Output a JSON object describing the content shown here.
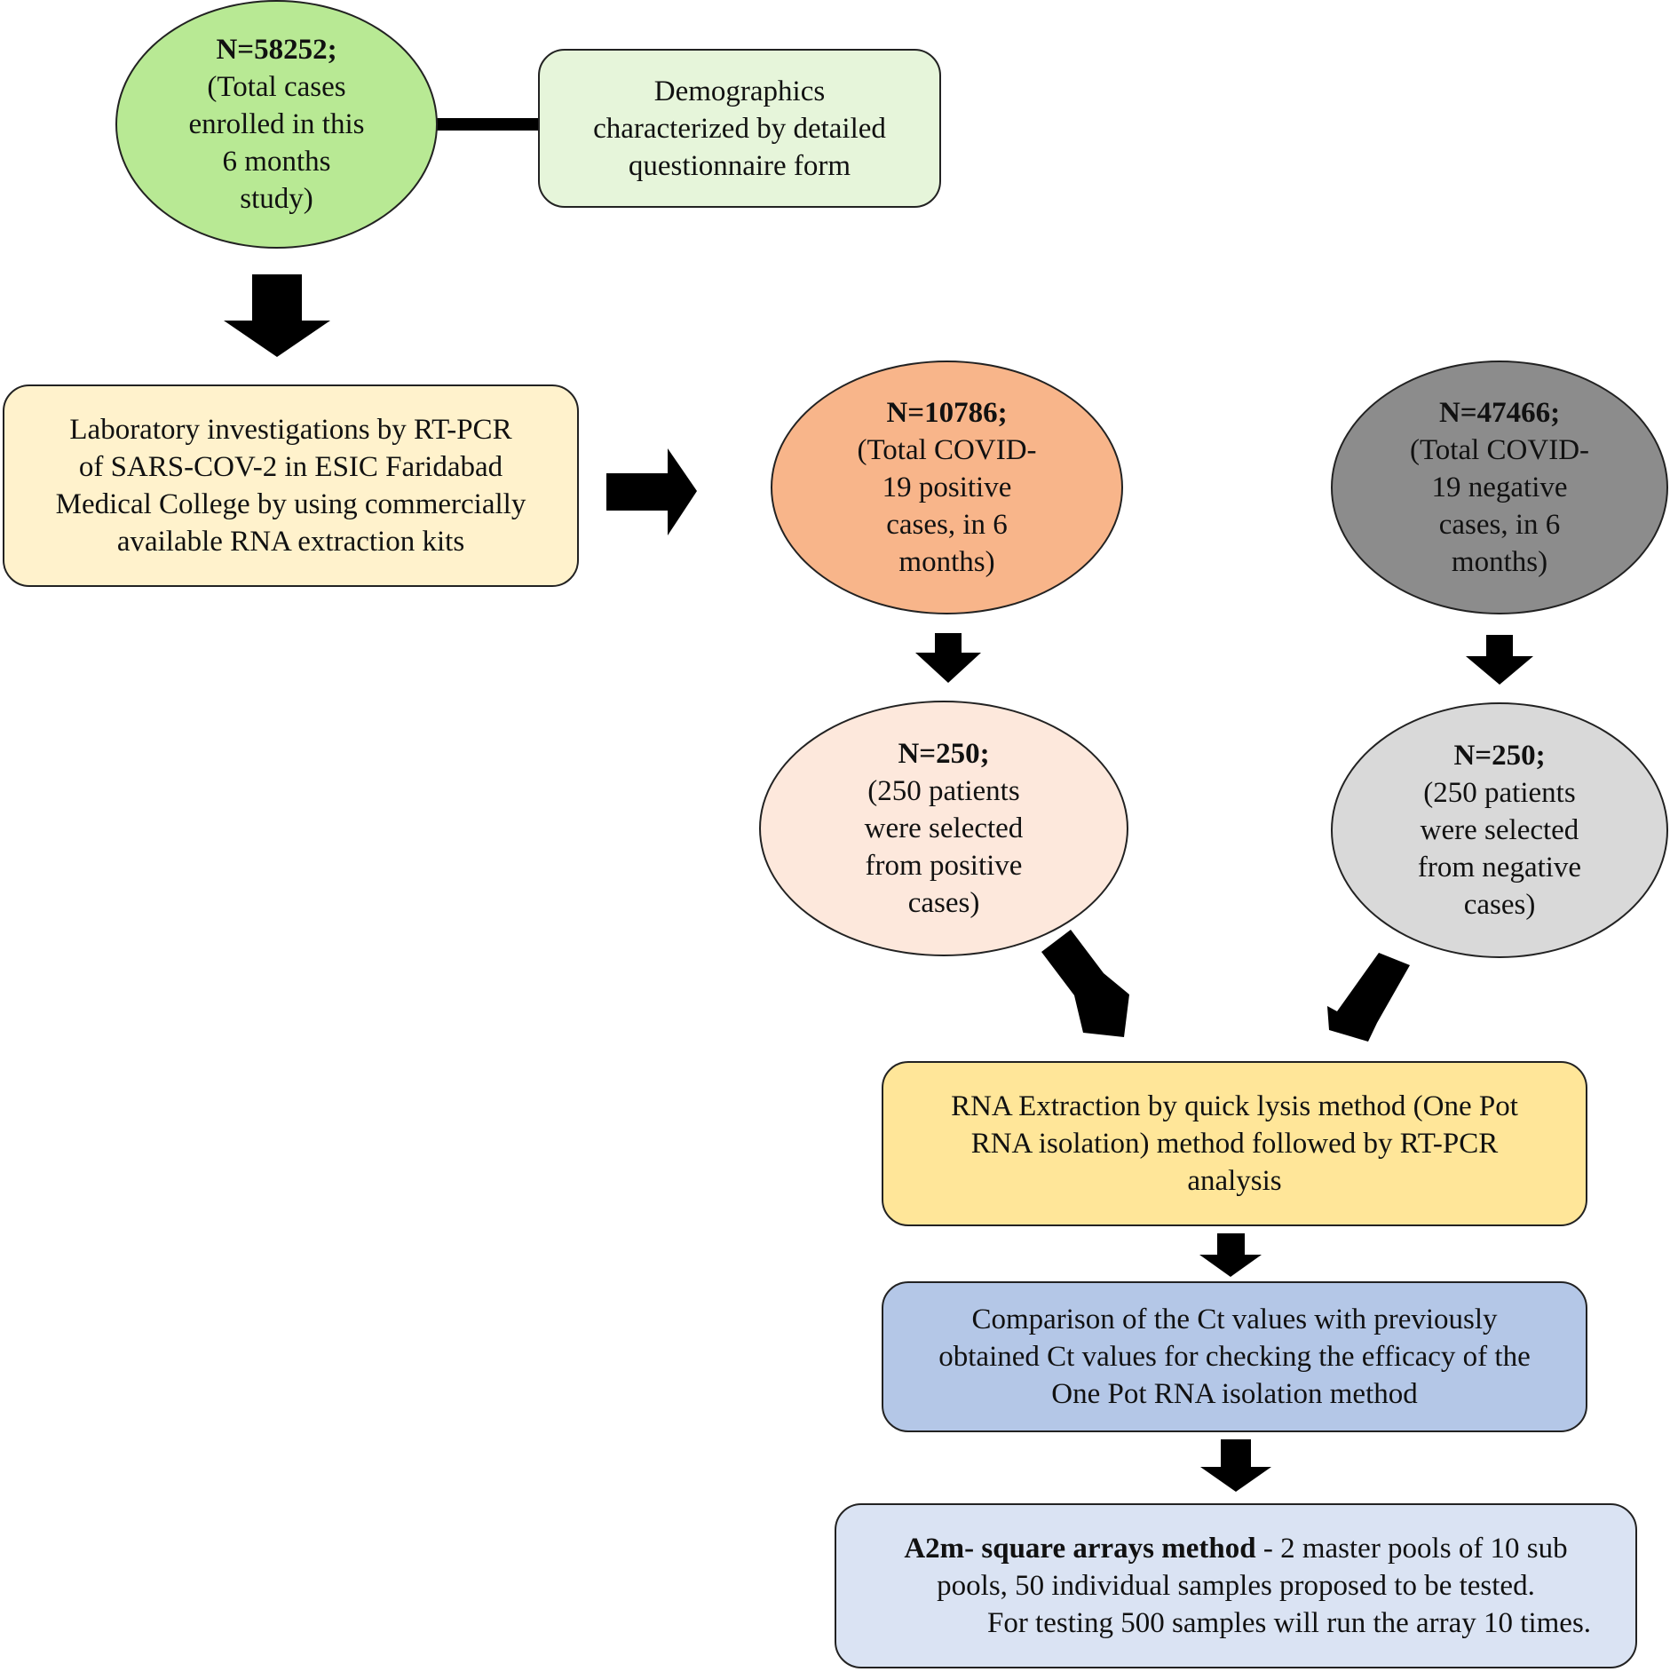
{
  "nodes": {
    "total": {
      "heading": "N=58252;",
      "lines": [
        "(Total cases",
        "enrolled in this",
        "6 months",
        "study)"
      ]
    },
    "demographics": {
      "lines": [
        "Demographics",
        "characterized by detailed",
        "questionnaire form"
      ]
    },
    "lab": {
      "lines": [
        "Laboratory investigations by RT-PCR",
        "of SARS-COV-2 in ESIC Faridabad",
        "Medical College by using commercially",
        "available RNA extraction kits"
      ]
    },
    "positive": {
      "heading": "N=10786;",
      "lines": [
        "(Total COVID-",
        "19 positive",
        "cases, in 6",
        "months)"
      ]
    },
    "negative": {
      "heading": "N=47466;",
      "lines": [
        "(Total COVID-",
        "19 negative",
        "cases, in 6",
        "months)"
      ]
    },
    "positive_sample": {
      "heading": "N=250;",
      "lines": [
        "(250 patients",
        "were selected",
        "from positive",
        "cases)"
      ]
    },
    "negative_sample": {
      "heading": "N=250;",
      "lines": [
        "(250 patients",
        "were selected",
        "from negative",
        "cases)"
      ]
    },
    "rna": {
      "lines": [
        "RNA Extraction by quick lysis method (One Pot",
        "RNA isolation) method followed by RT-PCR",
        "analysis"
      ]
    },
    "comparison": {
      "lines": [
        "Comparison of the Ct values with previously",
        "obtained Ct values for checking the efficacy of the",
        "One Pot RNA isolation method"
      ]
    },
    "a2m": {
      "bold": "A2m- square arrays method",
      "line1_rest": " - 2 master pools of 10 sub",
      "line2": "pools, 50 individual samples proposed to be tested.",
      "line3": "For testing 500 samples will run the array 10 times."
    }
  },
  "colors": {
    "total": "#b8e994",
    "demographics": "#e6f5da",
    "lab": "#fff2cc",
    "positive": "#f8b58a",
    "negative": "#8c8c8c",
    "positive_sample": "#fde8dc",
    "negative_sample": "#d9d9d9",
    "rna": "#ffe699",
    "comparison": "#b4c7e7",
    "a2m": "#dae3f3",
    "arrow": "#000000"
  }
}
